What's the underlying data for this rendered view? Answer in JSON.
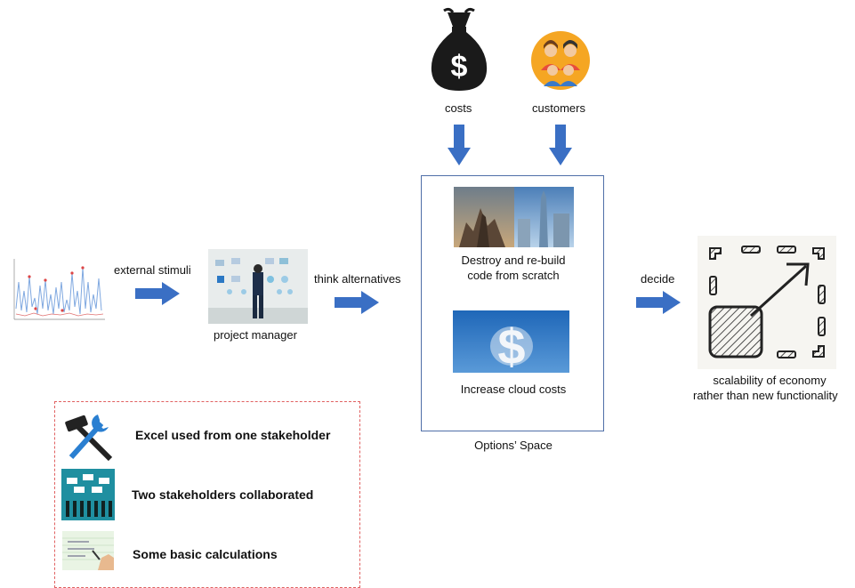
{
  "inputs": {
    "costs_label": "costs",
    "customers_label": "customers",
    "dollar_symbol": "$"
  },
  "flow": {
    "external_stimuli_label": "external stimuli",
    "project_manager_label": "project manager",
    "think_alternatives_label": "think alternatives",
    "decide_label": "decide"
  },
  "options": {
    "option1_line1": "Destroy and re-build",
    "option1_line2": "code from scratch",
    "option2_label": "Increase cloud costs",
    "space_label": "Options’ Space",
    "cloud_dollar": "$"
  },
  "outcome": {
    "line1": "scalability of economy",
    "line2": "rather than new functionality"
  },
  "legend": {
    "item1": "Excel used from one stakeholder",
    "item2": "Two stakeholders collaborated",
    "item3": "Some basic calculations"
  },
  "colors": {
    "arrow": "#3a6fc4",
    "options_border": "#4f6fa8",
    "legend_border": "#e06060",
    "bag": "#1a1a1a",
    "customers_circle": "#f5a623"
  }
}
